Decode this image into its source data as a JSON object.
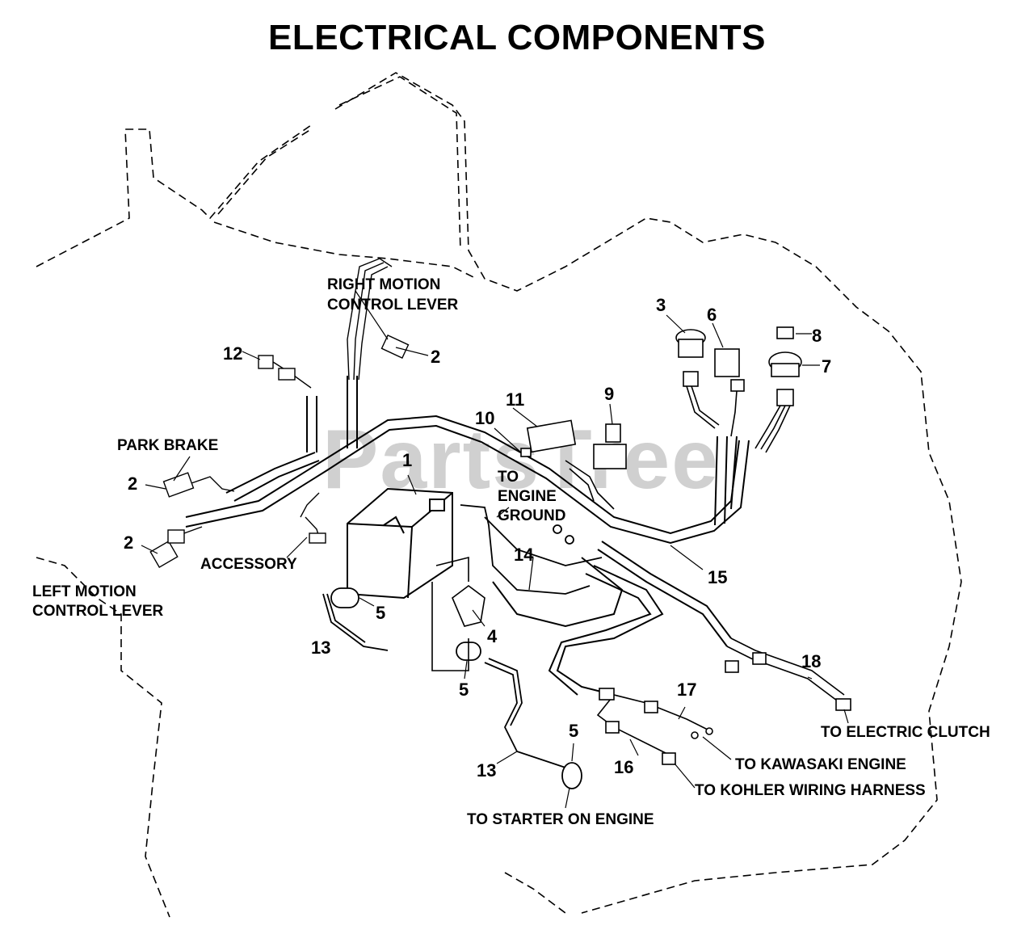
{
  "title": "ELECTRICAL COMPONENTS",
  "watermark": "PartsTree",
  "labels": {
    "right_motion_1": "RIGHT MOTION",
    "right_motion_2": "CONTROL LEVER",
    "park_brake": "PARK BRAKE",
    "accessory": "ACCESSORY",
    "left_motion_1": "LEFT MOTION",
    "left_motion_2": "CONTROL LEVER",
    "to_engine_1": "TO",
    "to_engine_2": "ENGINE",
    "to_engine_3": "GROUND",
    "to_starter": "TO STARTER ON ENGINE",
    "to_kawasaki": "TO KAWASAKI ENGINE",
    "to_kohler": "TO KOHLER WIRING HARNESS",
    "to_clutch": "TO ELECTRIC CLUTCH"
  },
  "callouts": {
    "c1": "1",
    "c2a": "2",
    "c2b": "2",
    "c2c": "2",
    "c3": "3",
    "c4": "4",
    "c5a": "5",
    "c5b": "5",
    "c5c": "5",
    "c6": "6",
    "c7": "7",
    "c8": "8",
    "c9": "9",
    "c10": "10",
    "c11": "11",
    "c12": "12",
    "c13a": "13",
    "c13b": "13",
    "c14": "14",
    "c15": "15",
    "c16": "16",
    "c17": "17",
    "c18": "18"
  },
  "colors": {
    "ink": "#000000",
    "watermark": "#969696",
    "background": "#ffffff"
  }
}
